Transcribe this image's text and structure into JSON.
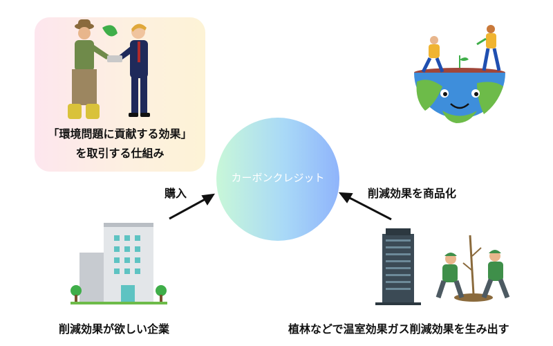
{
  "card": {
    "line1": "「環境問題に貢献する効果」",
    "line2": "を取引する仕組み"
  },
  "center": {
    "label": "カーボンクレジット"
  },
  "arrows": {
    "left_label": "購入",
    "right_label": "削減効果を商品化"
  },
  "buyer": {
    "caption": "削減効果が欲しい企業"
  },
  "seller": {
    "caption": "植林などで温室効果ガス削減効果を生み出す"
  },
  "colors": {
    "arrow": "#111111",
    "card_start": "#fde6ee",
    "card_end": "#fdf3d6",
    "circle_start": "#c8f7d8",
    "circle_end": "#8fb4fb"
  }
}
